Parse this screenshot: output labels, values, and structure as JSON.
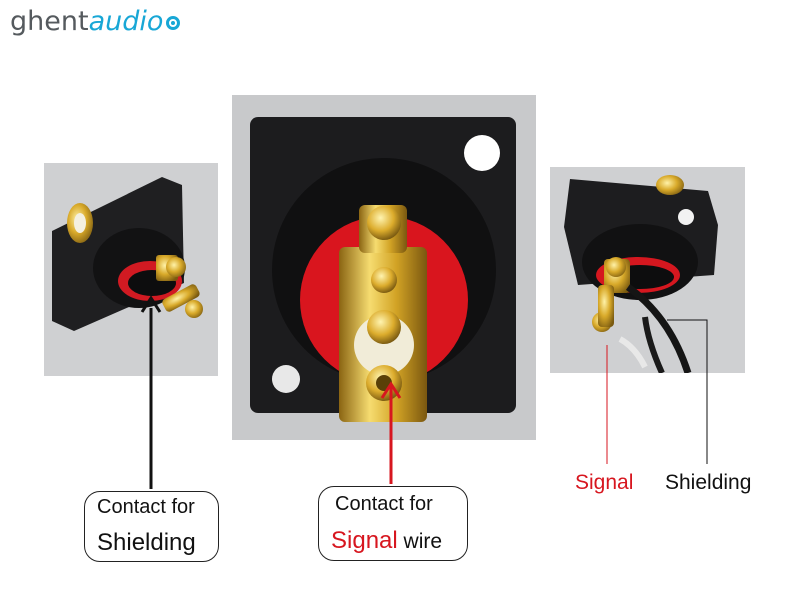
{
  "brand": {
    "part1": "ghent",
    "part2": "audio"
  },
  "callout_shielding": {
    "line1": "Contact for",
    "line2": "Shielding"
  },
  "callout_signal": {
    "line1": "Contact for",
    "line2_red": "Signal",
    "line2_rest": " wire"
  },
  "labels": {
    "signal": "Signal",
    "shielding": "Shielding"
  },
  "colors": {
    "accent_red": "#d7161f",
    "brand_blue": "#18a7d6",
    "brand_gray": "#555a5e"
  }
}
